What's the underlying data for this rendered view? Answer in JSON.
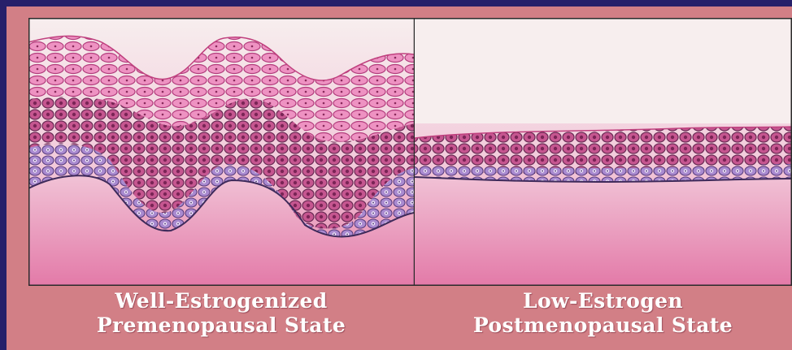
{
  "colors": {
    "outer_border": "#26206a",
    "frame": "#d27f86",
    "background_tissue": "#f7eeee",
    "superficial_cells": "#e27ab0",
    "intermediate_cells": "#b6407a",
    "basal_cells": "#9e7cc0",
    "stroma": "#ec9cc0"
  },
  "panels": [
    {
      "caption_line1": "Well-Estrogenized",
      "caption_line2": "Premenopausal State"
    },
    {
      "caption_line1": "Low-Estrogen",
      "caption_line2": "Postmenopausal State"
    }
  ]
}
